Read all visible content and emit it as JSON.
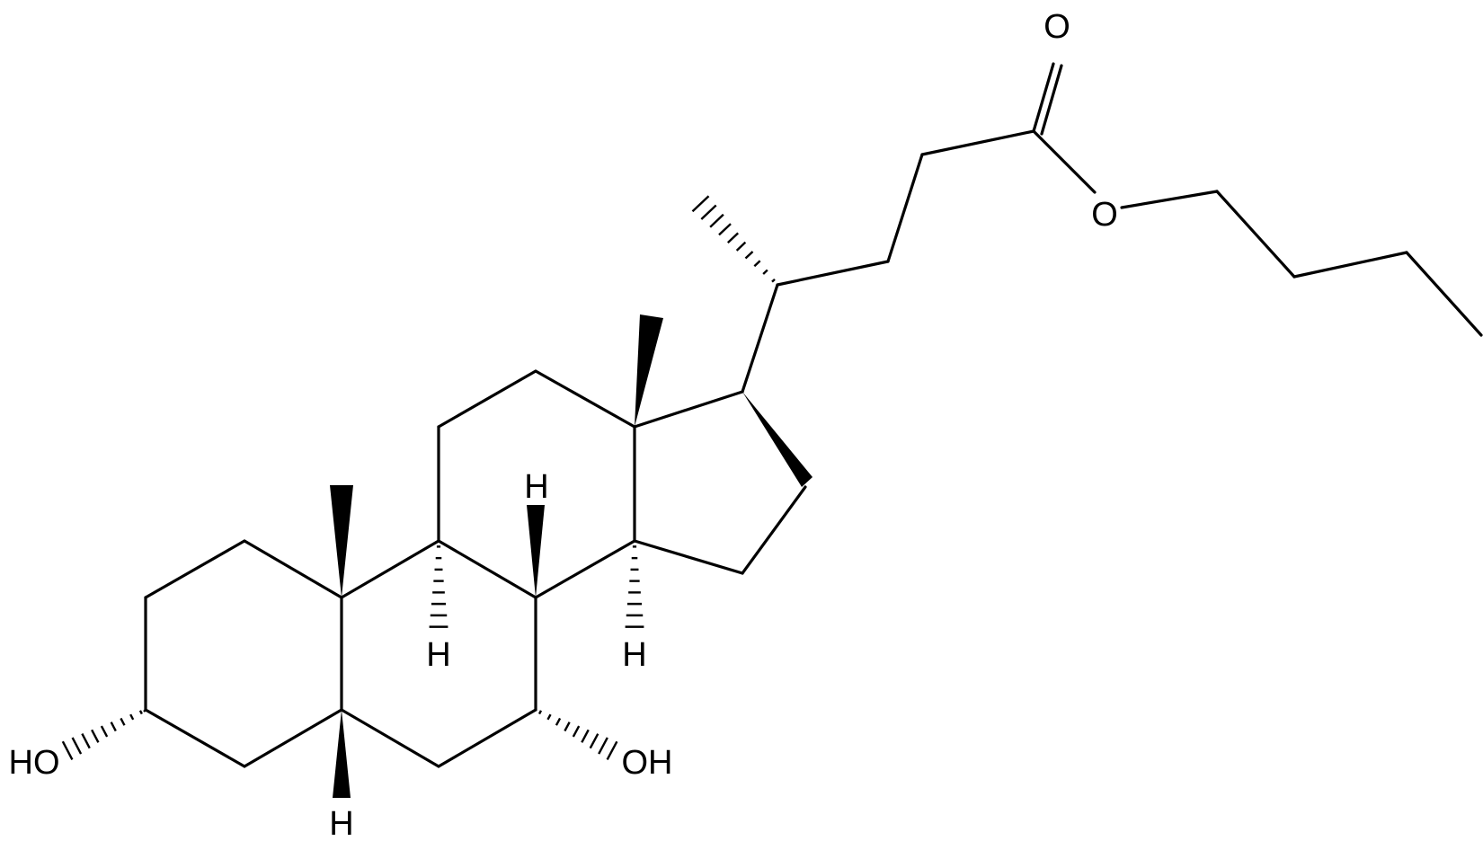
{
  "molecule": {
    "labels": {
      "carbonyl_oxygen": "O",
      "ester_oxygen": "O",
      "hydroxyl_3": "HO",
      "hydroxyl_7": "OH",
      "hydrogen_5": "H",
      "hydrogen_8": "H",
      "hydrogen_9": "H",
      "hydrogen_14": "H"
    }
  }
}
